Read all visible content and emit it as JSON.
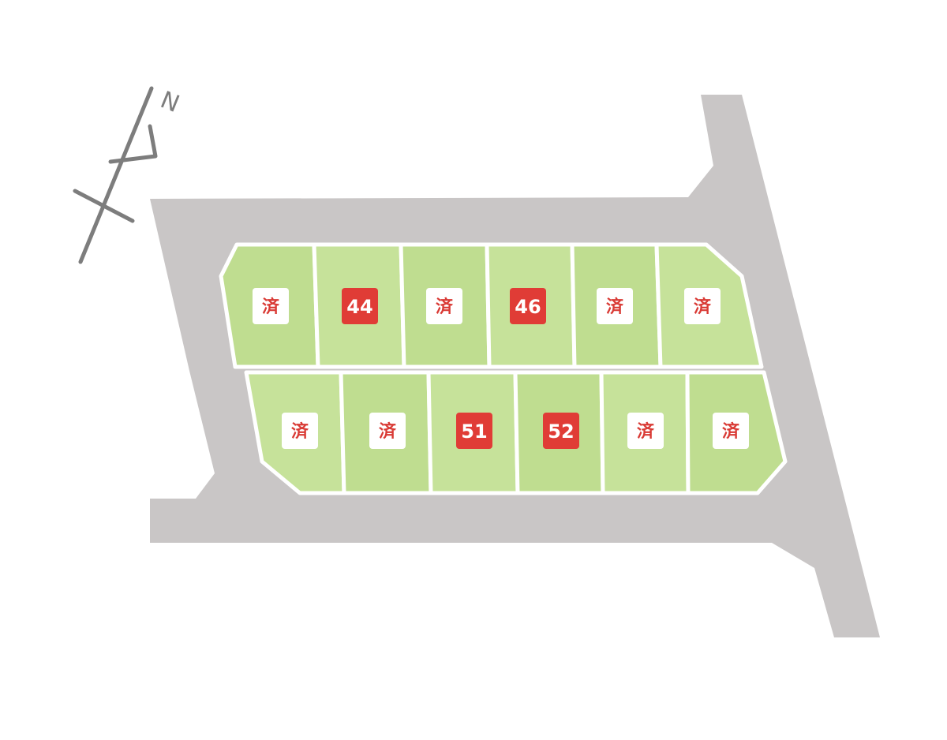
{
  "compass": {
    "letter": "N",
    "icon": "north-arrow-icon"
  },
  "colors": {
    "road": "#c9c6c6",
    "lot": "#bfdd90",
    "sold_bg": "#ffffff",
    "sold_text": "#d93a35",
    "available_bg": "#e03c36",
    "available_text": "#ffffff"
  },
  "lots": [
    {
      "label": "済",
      "status": "sold"
    },
    {
      "label": "44",
      "status": "available"
    },
    {
      "label": "済",
      "status": "sold"
    },
    {
      "label": "46",
      "status": "available"
    },
    {
      "label": "済",
      "status": "sold"
    },
    {
      "label": "済",
      "status": "sold"
    },
    {
      "label": "済",
      "status": "sold"
    },
    {
      "label": "済",
      "status": "sold"
    },
    {
      "label": "51",
      "status": "available"
    },
    {
      "label": "52",
      "status": "available"
    },
    {
      "label": "済",
      "status": "sold"
    },
    {
      "label": "済",
      "status": "sold"
    }
  ]
}
